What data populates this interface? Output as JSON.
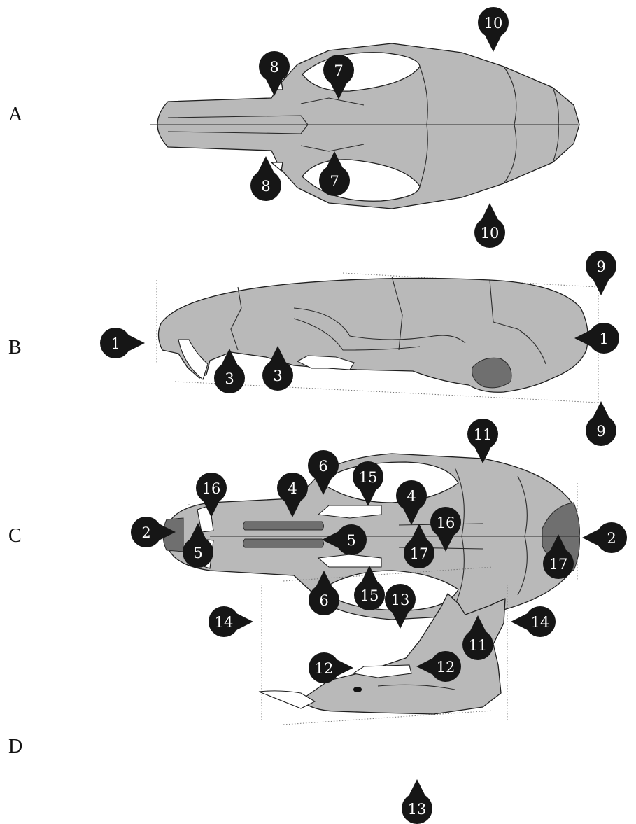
{
  "panels": [
    {
      "id": "A",
      "label": "A"
    },
    {
      "id": "B",
      "label": "B"
    },
    {
      "id": "C",
      "label": "C"
    },
    {
      "id": "D",
      "label": "D"
    }
  ],
  "markers": [
    {
      "label": "8"
    },
    {
      "label": "7"
    },
    {
      "label": "10"
    },
    {
      "label": "8"
    },
    {
      "label": "7"
    },
    {
      "label": "10"
    },
    {
      "label": "9"
    },
    {
      "label": "1"
    },
    {
      "label": "1"
    },
    {
      "label": "3"
    },
    {
      "label": "3"
    },
    {
      "label": "9"
    },
    {
      "label": "11"
    },
    {
      "label": "6"
    },
    {
      "label": "15"
    },
    {
      "label": "4"
    },
    {
      "label": "4"
    },
    {
      "label": "16"
    },
    {
      "label": "16"
    },
    {
      "label": "2"
    },
    {
      "label": "2"
    },
    {
      "label": "5"
    },
    {
      "label": "5"
    },
    {
      "label": "17"
    },
    {
      "label": "17"
    },
    {
      "label": "15"
    },
    {
      "label": "6"
    },
    {
      "label": "11"
    },
    {
      "label": "13"
    },
    {
      "label": "14"
    },
    {
      "label": "14"
    },
    {
      "label": "12"
    },
    {
      "label": "12"
    },
    {
      "label": "13"
    }
  ]
}
